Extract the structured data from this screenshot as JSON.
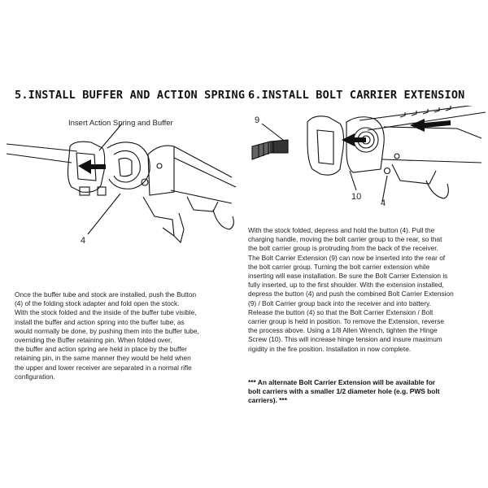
{
  "section5": {
    "title": "5.INSTALL BUFFER AND ACTION SPRING",
    "figure": {
      "callout_insert": "Insert Action Spring and Buffer",
      "callout_4": "4"
    },
    "body_lines": [
      "Once the buffer tube and stock are installed, push the Button",
      "(4) of the folding stock adapter and fold open the stock.",
      "With the stock folded and the inside of the buffer tube visible,",
      "install the buffer and action spring into the buffer tube, as",
      "would normally be done, by pushing them into the buffer tube,",
      "overriding the Buffer retaining pin. When folded over,",
      "the buffer and action spring are held in place by the buffer",
      "retaining pin, in the same manner they would be held when",
      "the upper and lower receiver are separated in a normal rifle",
      "configuration."
    ]
  },
  "section6": {
    "title": "6.INSTALL BOLT CARRIER EXTENSION",
    "figure": {
      "callout_9": "9",
      "callout_10": "10",
      "callout_4": "4"
    },
    "body_lines": [
      "With the stock folded, depress and hold the button (4). Pull the",
      "charging handle, moving the bolt carrier group to the rear, so that",
      "the bolt carrier group is protruding from the back of the receiver.",
      "The Bolt Carrier Extension (9) can now be inserted into the rear of",
      "the bolt carrier group. Turning the bolt carrier extension while",
      "inserting will ease installation. Be sure the Bolt Carrier Extension is",
      "fully inserted, up to the first shoulder. With the extension installed,",
      "depress the button (4) and push the combined Bolt Carrier Extension",
      "(9) / Bolt Carrier group back into the receiver and into battery.",
      "Release the button (4) so that the Bolt Carrier Extension / Bolt",
      "carrier group is held in position. To remove the Extension, reverse",
      "the process above. Using a 1/8 Allen Wrench, tighten the Hinge",
      "Screw (10). This will increase hinge tension and insure maximum",
      "rigidity in the fire position. Installation in now complete."
    ],
    "note_lines": [
      "*** An alternate Bolt Carrier Extension will be available for",
      "bolt carriers with a smaller 1/2 diameter hole (e.g. PWS bolt",
      "carriers). ***"
    ]
  }
}
